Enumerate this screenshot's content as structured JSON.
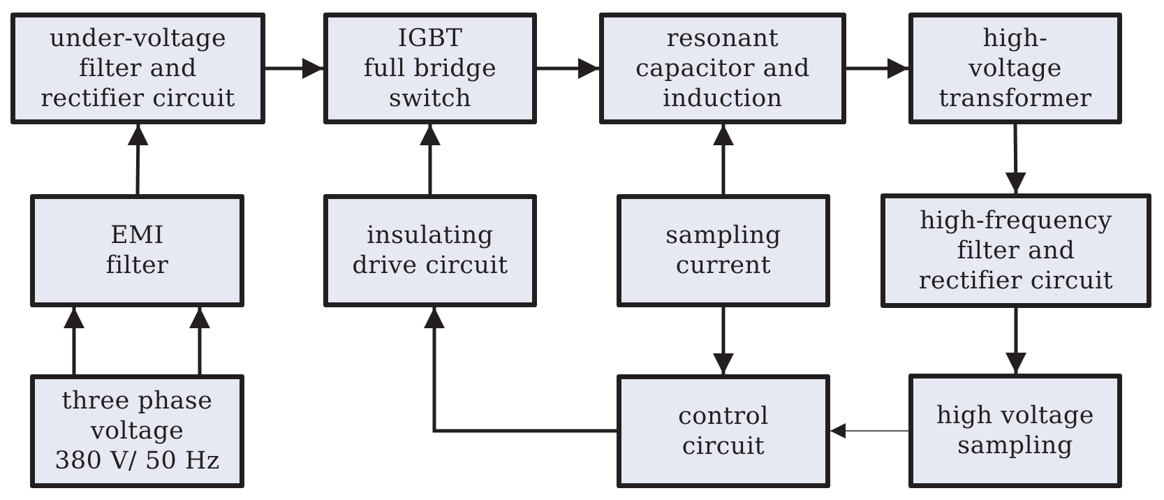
{
  "blocks": {
    "under_voltage_filter": {
      "lines": [
        "under-voltage",
        "filter and",
        "rectifier circuit"
      ]
    },
    "igbt_switch": {
      "lines": [
        "IGBT",
        "full bridge",
        "switch"
      ]
    },
    "resonant_capacitor": {
      "lines": [
        "resonant",
        "capacitor and",
        "induction"
      ]
    },
    "high_voltage_transformer": {
      "lines": [
        "high-",
        "voltage",
        "transformer"
      ]
    },
    "emi_filter": {
      "lines": [
        "EMI",
        "filter"
      ]
    },
    "insulating_drive": {
      "lines": [
        "insulating",
        "drive circuit"
      ]
    },
    "sampling_current": {
      "lines": [
        "sampling",
        "current"
      ]
    },
    "high_frequency_filter": {
      "lines": [
        "high-frequency",
        "filter and",
        "rectifier circuit"
      ]
    },
    "three_phase_voltage": {
      "lines": [
        "three phase",
        "voltage",
        "380 V/ 50 Hz"
      ]
    },
    "control_circuit": {
      "lines": [
        "control",
        "circuit"
      ]
    },
    "high_voltage_sampling": {
      "lines": [
        "high voltage",
        "sampling"
      ]
    }
  },
  "colors": {
    "block_fill": "#e6e8f2",
    "stroke": "#231f20",
    "background": "#ffffff"
  }
}
